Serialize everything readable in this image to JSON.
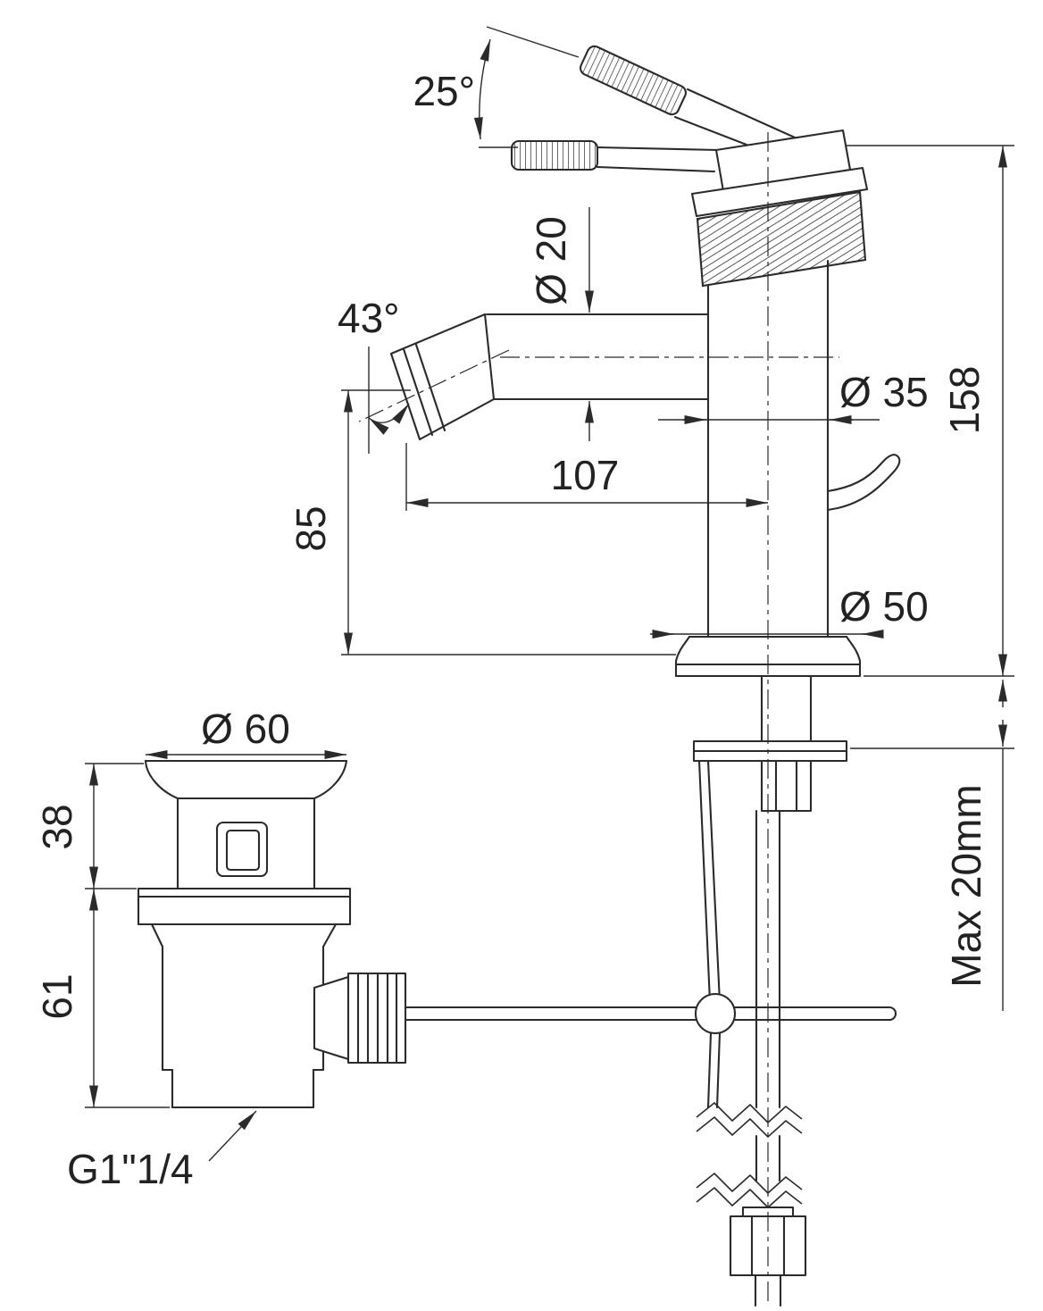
{
  "drawing": {
    "type": "technical-dimension-drawing",
    "subject": "Bidet mixer tap with pop-up waste",
    "line_color": "#2b2b2b",
    "background": "#ffffff",
    "labels": {
      "handle_angle": "25°",
      "spout_diameter": "Ø 20",
      "nozzle_angle": "43°",
      "body_diameter": "Ø 35",
      "total_height": "158",
      "spout_reach": "107",
      "spout_height": "85",
      "base_diameter": "Ø 50",
      "waste_flange_diameter": "Ø 60",
      "waste_top_height": "38",
      "waste_body_height": "61",
      "max_mounting_thickness": "Max 20mm",
      "waste_thread": "G1\"1/4"
    }
  }
}
